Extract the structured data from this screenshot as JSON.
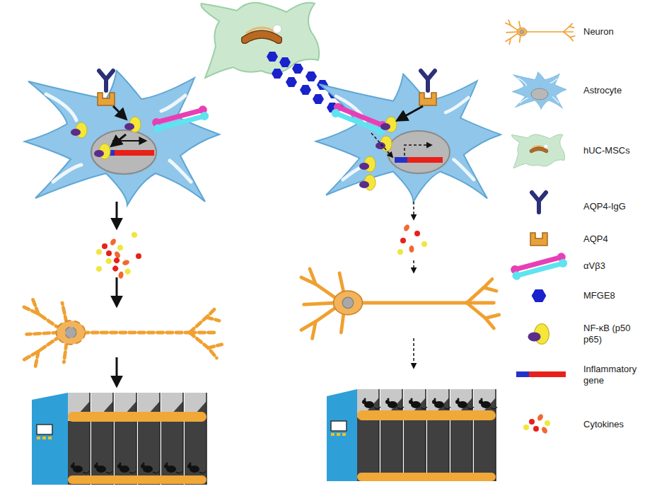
{
  "diagram": {
    "legend": [
      {
        "text": "Neuron"
      },
      {
        "text": "Astrocyte"
      },
      {
        "text": "hUC-MSCs"
      },
      {
        "text": "AQP4-IgG"
      },
      {
        "text": "AQP4"
      },
      {
        "text": "αVβ3"
      },
      {
        "text": "MFGE8"
      },
      {
        "text": "NF-κB (p50 p65)"
      },
      {
        "text": "Inflammatory gene"
      },
      {
        "text": "Cytokines"
      }
    ]
  }
}
